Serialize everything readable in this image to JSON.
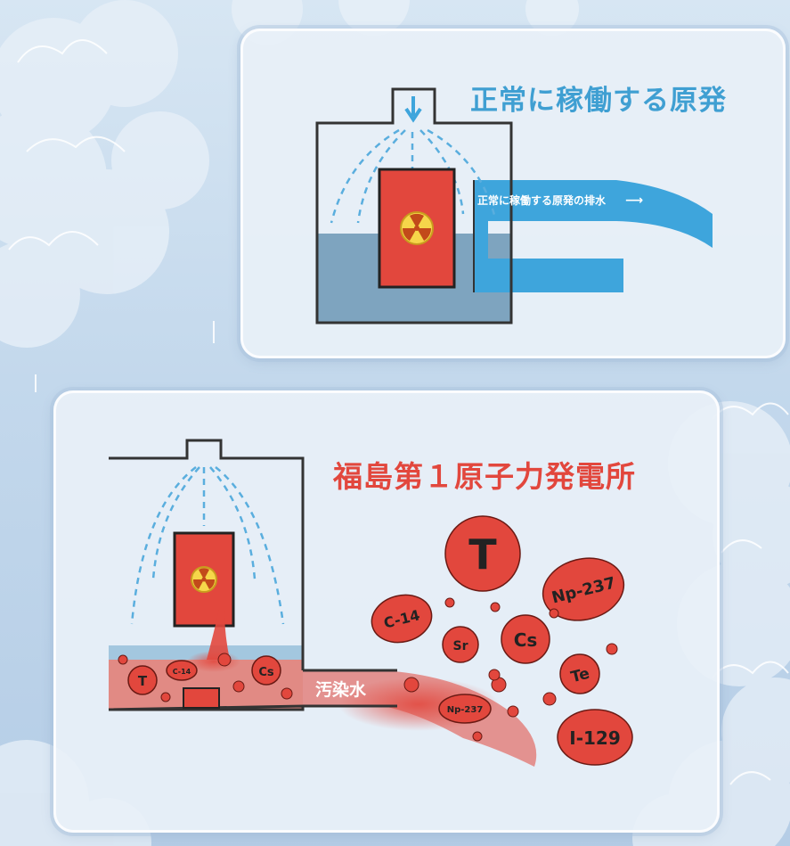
{
  "normal_plant": {
    "title": "正常に稼働する原発",
    "outflow_label": "正常に稼働する原発の排水",
    "arrow_glyph": "⟶",
    "water_color": "#3ea5dc",
    "core_icon": "radiation-icon"
  },
  "fukushima_plant": {
    "title": "福島第１原子力発電所",
    "outflow_label": "汚染水",
    "core_icon": "radiation-icon",
    "contaminated_color": "#e2473d",
    "tank_particles": [
      "T",
      "C-14",
      "Cs"
    ],
    "pipe_particles": [
      "Np-237"
    ]
  },
  "isotopes": [
    "T",
    "Np-237",
    "C-14",
    "Sr",
    "Cs",
    "Te",
    "I-129"
  ]
}
